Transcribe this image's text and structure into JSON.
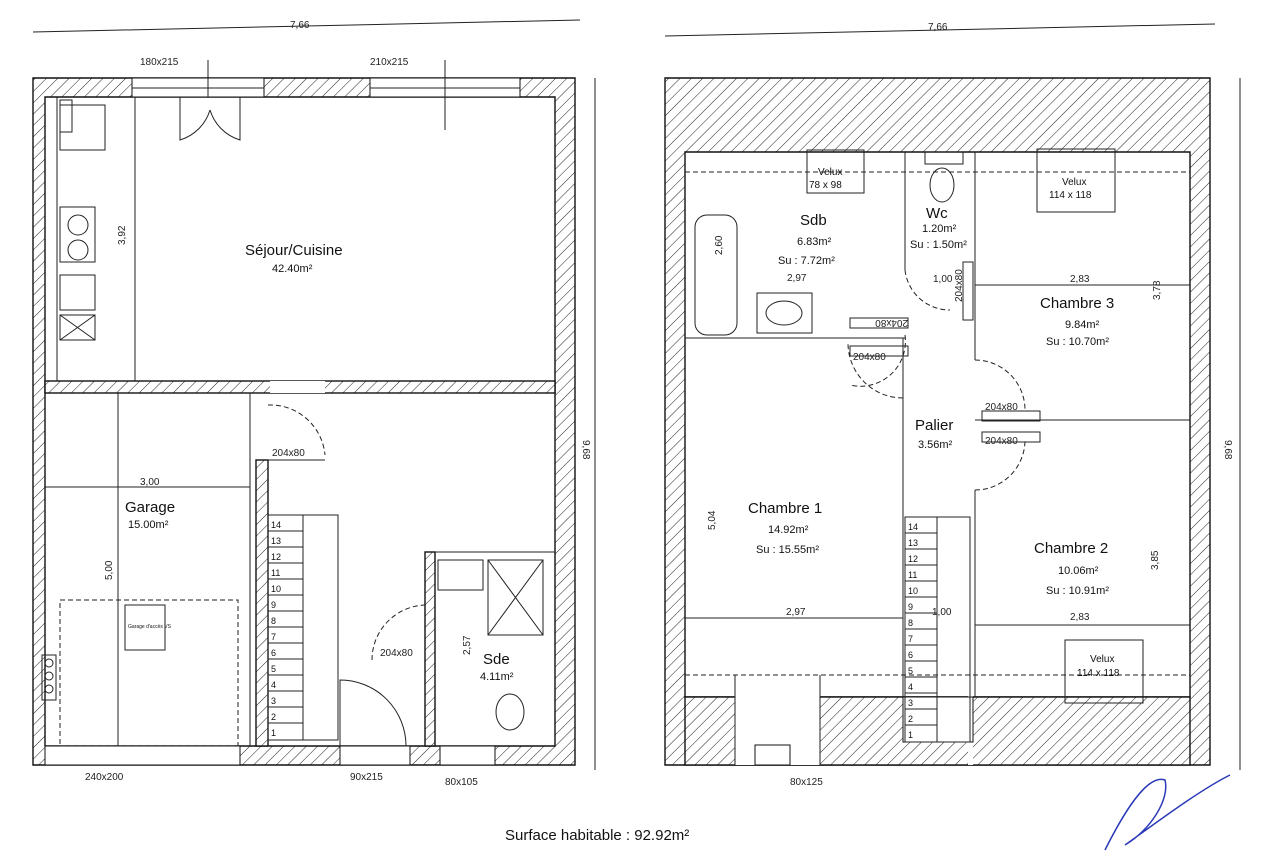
{
  "summary": {
    "surface_label": "Surface habitable : 92.92m²"
  },
  "ground_floor": {
    "overall_width": "7,66",
    "overall_height": "9,68",
    "openings": {
      "top_left": "180x215",
      "top_right": "210x215",
      "garage_door": "240x200",
      "entry_door": "90x215",
      "sde_window": "80x105",
      "door_sejour": "204x80",
      "door_sde": "204x80"
    },
    "dims": {
      "kitchen_height": "3,92",
      "garage_width": "3,00",
      "garage_depth": "5,00",
      "sde_height": "2,57"
    },
    "rooms": {
      "sejour": {
        "name": "Séjour/Cuisine",
        "area": "42.40m²"
      },
      "garage": {
        "name": "Garage",
        "area": "15.00m²"
      },
      "sde": {
        "name": "Sde",
        "area": "4.11m²"
      }
    },
    "garage_note": "Garage d'accès VS",
    "stairs": [
      "14",
      "13",
      "12",
      "11",
      "10",
      "9",
      "8",
      "7",
      "6",
      "5",
      "4",
      "3",
      "2",
      "1"
    ]
  },
  "upper_floor": {
    "overall_width": "7,66",
    "overall_height": "9,68",
    "window_bottom": "80x125",
    "veluxes": [
      {
        "label": "Velux",
        "size": "78 x 98"
      },
      {
        "label": "Velux",
        "size": "114 x 118"
      },
      {
        "label": "Velux",
        "size": "114 x 118"
      }
    ],
    "doors": {
      "sdb": "204x80",
      "chambre1": "204x80",
      "wc": "204x80",
      "chambre3": "204x80",
      "chambre2": "204x80"
    },
    "dims": {
      "sdb_height": "2,60",
      "sdb_width": "2,97",
      "wc_width": "1,00",
      "ch3_width": "2,83",
      "ch3_height": "3,78",
      "ch1_height": "5,04",
      "ch1_width": "2,97",
      "stair_width": "1,00",
      "ch2_width": "2,83",
      "ch2_height": "3,85"
    },
    "rooms": {
      "sdb": {
        "name": "Sdb",
        "area": "6.83m²",
        "su": "Su : 7.72m²"
      },
      "wc": {
        "name": "Wc",
        "area": "1.20m²",
        "su": "Su : 1.50m²"
      },
      "chambre3": {
        "name": "Chambre 3",
        "area": "9.84m²",
        "su": "Su : 10.70m²"
      },
      "palier": {
        "name": "Palier",
        "area": "3.56m²"
      },
      "chambre1": {
        "name": "Chambre 1",
        "area": "14.92m²",
        "su": "Su : 15.55m²"
      },
      "chambre2": {
        "name": "Chambre 2",
        "area": "10.06m²",
        "su": "Su : 10.91m²"
      }
    },
    "stairs": [
      "14",
      "13",
      "12",
      "11",
      "10",
      "9",
      "8",
      "7",
      "6",
      "5",
      "4",
      "3",
      "2",
      "1"
    ]
  }
}
